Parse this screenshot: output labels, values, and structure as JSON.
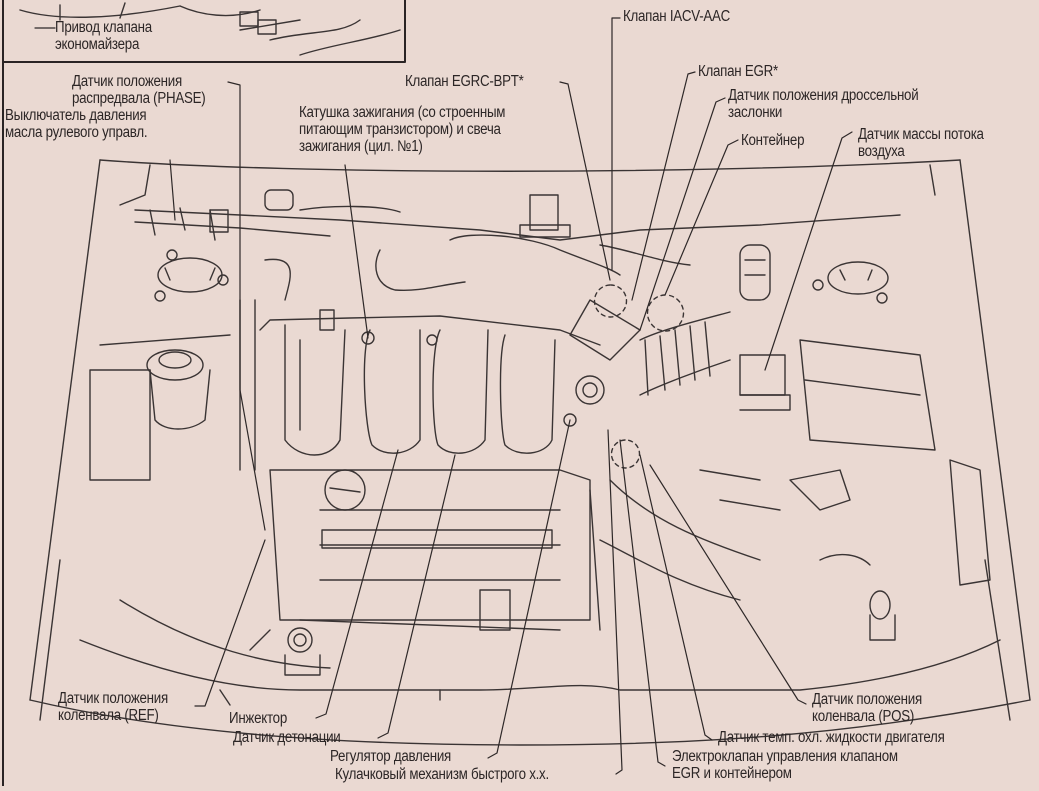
{
  "diagram": {
    "title": "Engine compartment component locations",
    "background_color": "#ead9d2",
    "inset": {
      "label": [
        "Привод клапана",
        "экономайзера"
      ]
    },
    "labels_top": [
      {
        "id": "iacv-aac",
        "lines": [
          "Клапан IACV-AAC"
        ]
      },
      {
        "id": "egrc-bpt",
        "lines": [
          "Клапан EGRC-BPT*"
        ]
      },
      {
        "id": "egr-valve",
        "lines": [
          "Клапан EGR*"
        ]
      },
      {
        "id": "throttle-position-sensor",
        "lines": [
          "Датчик положения дроссельной",
          "заслонки"
        ]
      },
      {
        "id": "canister",
        "lines": [
          "Контейнер"
        ]
      },
      {
        "id": "mass-airflow-sensor",
        "lines": [
          "Датчик массы потока",
          "воздуха"
        ]
      },
      {
        "id": "ignition-coil",
        "lines": [
          "Катушка зажигания (со строенным",
          "питающим транзистором) и свеча",
          "зажигания (цил. №1)"
        ]
      },
      {
        "id": "camshaft-position-sensor",
        "lines": [
          "Датчик положения",
          "распредвала (PHASE)"
        ]
      },
      {
        "id": "ps-oil-pressure-switch",
        "lines": [
          "Выключатель давления",
          "масла рулевого управл."
        ]
      }
    ],
    "labels_bottom": [
      {
        "id": "crankshaft-sensor-ref",
        "lines": [
          "Датчик положения",
          "коленвала (REF)"
        ]
      },
      {
        "id": "injector",
        "lines": [
          "Инжектор"
        ]
      },
      {
        "id": "knock-sensor",
        "lines": [
          "Датчик детонации"
        ]
      },
      {
        "id": "pressure-regulator",
        "lines": [
          "Регулятор давления"
        ]
      },
      {
        "id": "fast-idle-cam",
        "lines": [
          "Кулачковый механизм быстрого х.х."
        ]
      },
      {
        "id": "egr-canister-solenoid",
        "lines": [
          "Электроклапан управления клапаном",
          "EGR и контейнером"
        ]
      },
      {
        "id": "coolant-temp-sensor",
        "lines": [
          "Датчик темп. охл. жидкости двигателя"
        ]
      },
      {
        "id": "crankshaft-sensor-pos",
        "lines": [
          "Датчик положения",
          "коленвала (POS)"
        ]
      }
    ]
  }
}
